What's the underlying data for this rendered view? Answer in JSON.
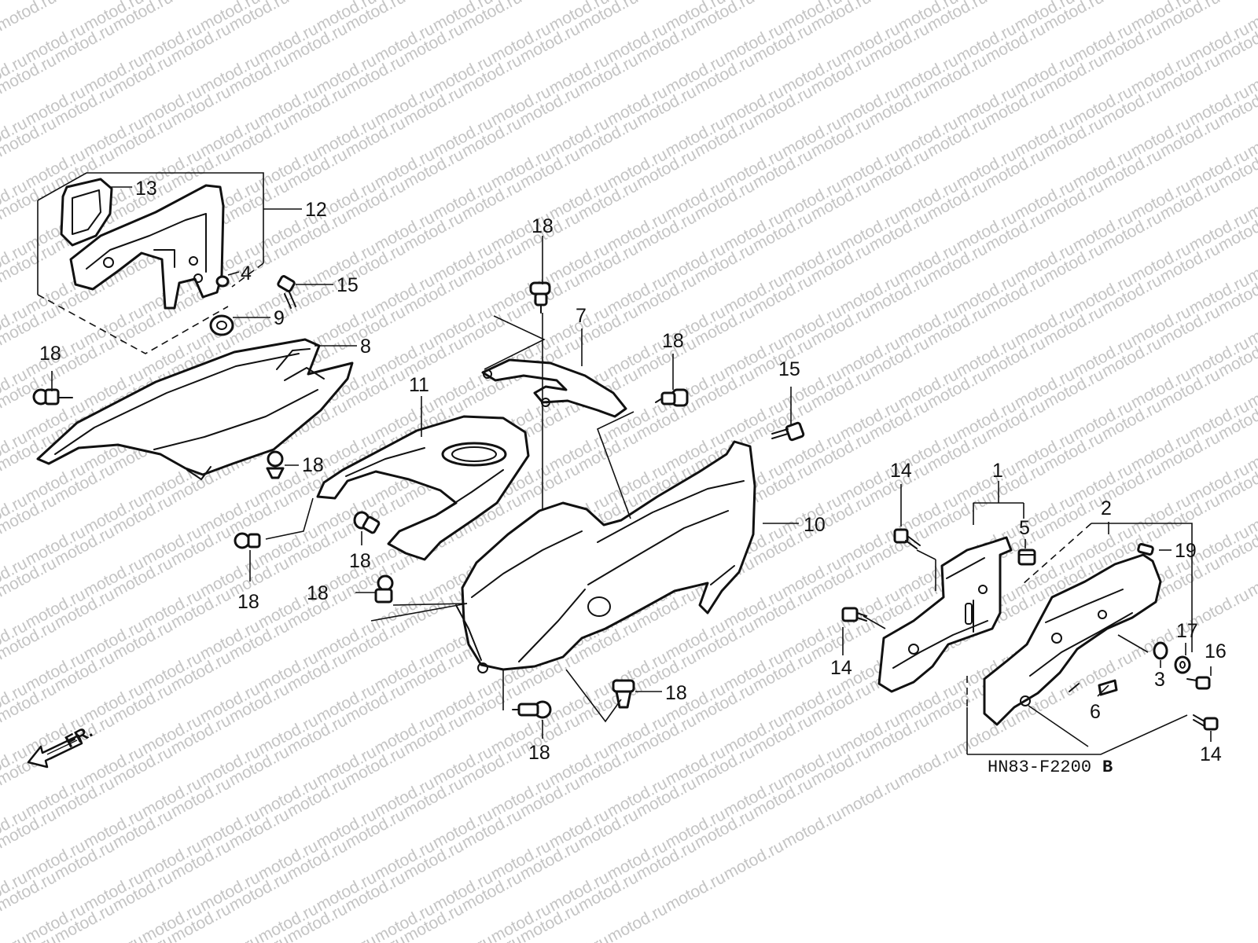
{
  "diagram": {
    "watermark_text": "motod.ru",
    "diagram_code": "HN83-F2200",
    "diagram_code_suffix": "B",
    "front_indicator": "FR.",
    "callouts": {
      "c1": "1",
      "c2": "2",
      "c3": "3",
      "c4": "4",
      "c5": "5",
      "c6": "6",
      "c7": "7",
      "c8": "8",
      "c9": "9",
      "c10": "10",
      "c11": "11",
      "c12": "12",
      "c13": "13",
      "c14": "14",
      "c15": "15",
      "c16": "16",
      "c17": "17",
      "c18": "18",
      "c19": "19"
    }
  }
}
